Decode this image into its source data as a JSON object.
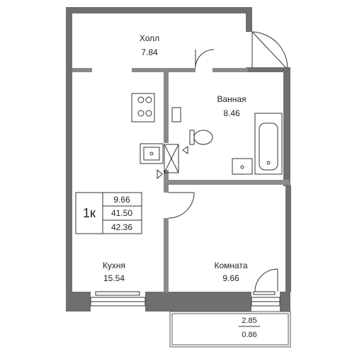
{
  "rooms": {
    "hall": {
      "name": "Холл",
      "area": "7.84"
    },
    "bathroom": {
      "name": "Ванная",
      "area": "8.46"
    },
    "kitchen": {
      "name": "Кухня",
      "area": "15.54"
    },
    "room": {
      "name": "Комната",
      "area": "9.66"
    }
  },
  "summary": {
    "type": "1к",
    "living_area": "9.66",
    "total_area": "41.50",
    "area_with_balcony": "42.36"
  },
  "balcony": {
    "area": "2.85",
    "reduced_area": "0.86"
  },
  "colors": {
    "wall": "#707070",
    "line": "#333333"
  }
}
